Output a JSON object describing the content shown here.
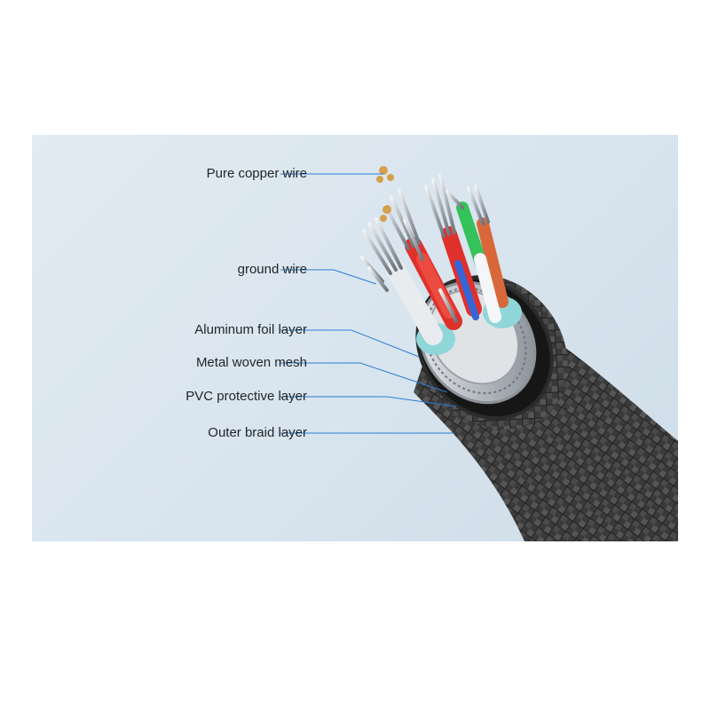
{
  "labels": {
    "pure_copper_wire": "Pure copper wire",
    "ground_wire": "ground wire",
    "aluminum_foil_layer": "Aluminum foil layer",
    "metal_woven_mesh": "Metal woven mesh",
    "pvc_protective_layer": "PVC protective layer",
    "outer_braid_layer": "Outer braid layer"
  },
  "colors": {
    "panel_background": "#dde8f1",
    "leader_line": "#2a7fd4",
    "braid": "#3a3a3a",
    "pvc_ring": "#1a1a1a",
    "mesh": "#c9ccd0",
    "foil": "#8fd6d8",
    "red_insulation": "#e0302c",
    "green_insulation": "#36c25a",
    "orange_insulation": "#d8683a",
    "blue_insulation": "#3466d8",
    "white_insulation": "#f4f6f8",
    "copper": "#d4a14a"
  },
  "icons": [
    "cable-cross-section-illustration"
  ]
}
